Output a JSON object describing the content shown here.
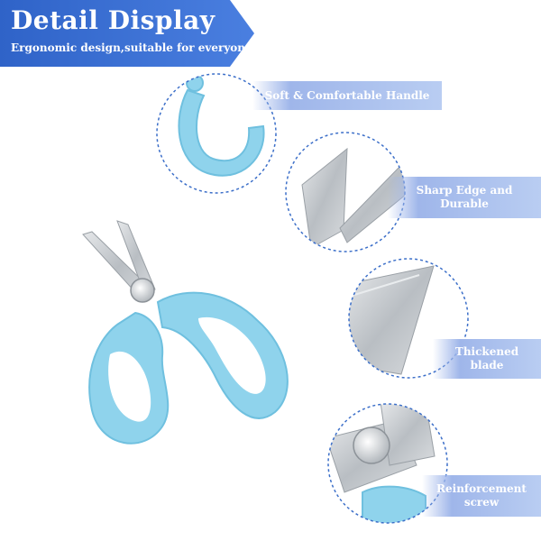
{
  "header": {
    "title": "Detail Display",
    "subtitle": "Ergonomic design,suitable for everyone"
  },
  "colors": {
    "banner_blue": "#3b6fd2",
    "handle_blue": "#8fd3ec",
    "handle_blue_dark": "#6fc0df",
    "blade_grey": "#c9cdd1",
    "label_blue": "#9fb6ea",
    "dash_blue": "#3c6fc9"
  },
  "details": [
    {
      "label_line1": "Soft & Comfortable Handle",
      "label_line2": ""
    },
    {
      "label_line1": "Sharp Edge and",
      "label_line2": "Durable"
    },
    {
      "label_line1": "Thickened",
      "label_line2": "blade"
    },
    {
      "label_line1": "Reinforcement",
      "label_line2": "screw"
    }
  ]
}
